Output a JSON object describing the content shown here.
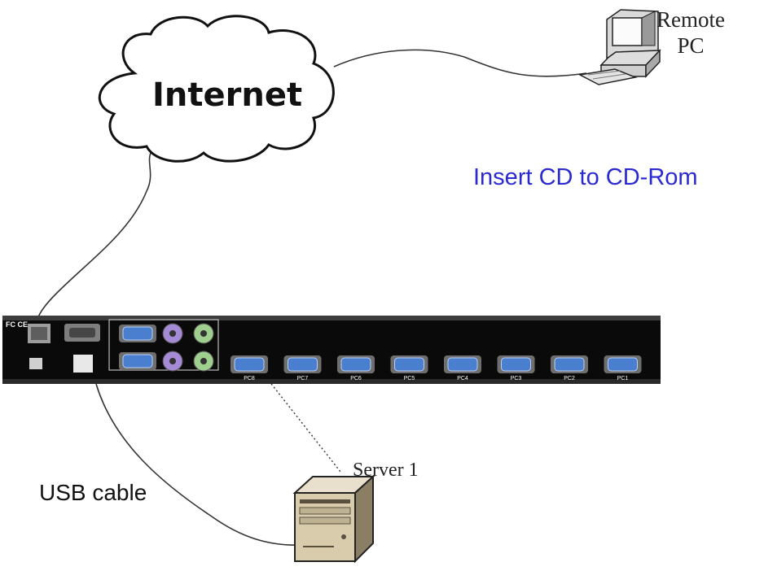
{
  "diagram": {
    "cloud_label": "Internet",
    "remote_pc_label": [
      "Remote",
      "PC"
    ],
    "instruction_label": "Insert CD to CD-Rom",
    "usb_cable_label": "USB cable",
    "server_label": "Server 1",
    "kvm_panel": {
      "logo_text": "FC CE",
      "port_labels": [
        "PC8",
        "PC7",
        "PC6",
        "PC5",
        "PC4",
        "PC3",
        "PC2",
        "PC1"
      ]
    }
  },
  "colors": {
    "instruction_text": "#2a2ad0",
    "panel": "#0a0a0a",
    "vga_port": "#4a7fd0",
    "ps2_purple": "#a58ad6",
    "ps2_green": "#9fcf8f"
  }
}
